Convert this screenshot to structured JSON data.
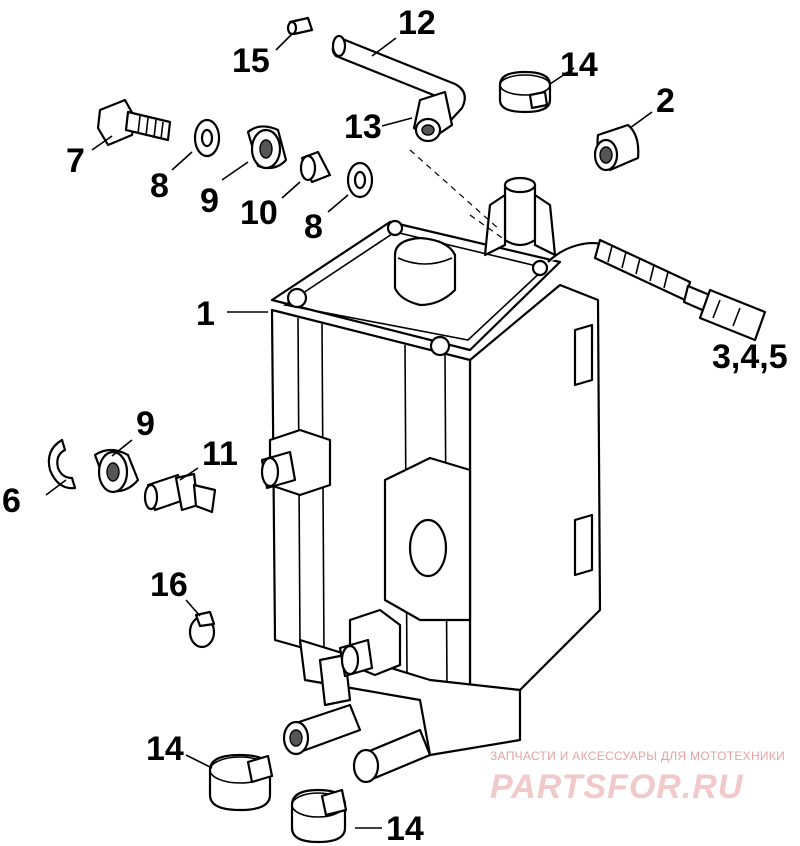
{
  "callouts": {
    "c1": "1",
    "c2": "2",
    "c345": "3,4,5",
    "c6": "6",
    "c7": "7",
    "c8a": "8",
    "c8b": "8",
    "c9a": "9",
    "c9b": "9",
    "c10": "10",
    "c11": "11",
    "c12": "12",
    "c13": "13",
    "c14a": "14",
    "c14b": "14",
    "c14c": "14",
    "c15": "15",
    "c16": "16"
  },
  "watermark": {
    "tagline": "ЗАПЧАСТИ И АКСЕССУАРЫ ДЛЯ МОТОТЕХНИКИ",
    "brand": "PARTSFOR.RU"
  }
}
